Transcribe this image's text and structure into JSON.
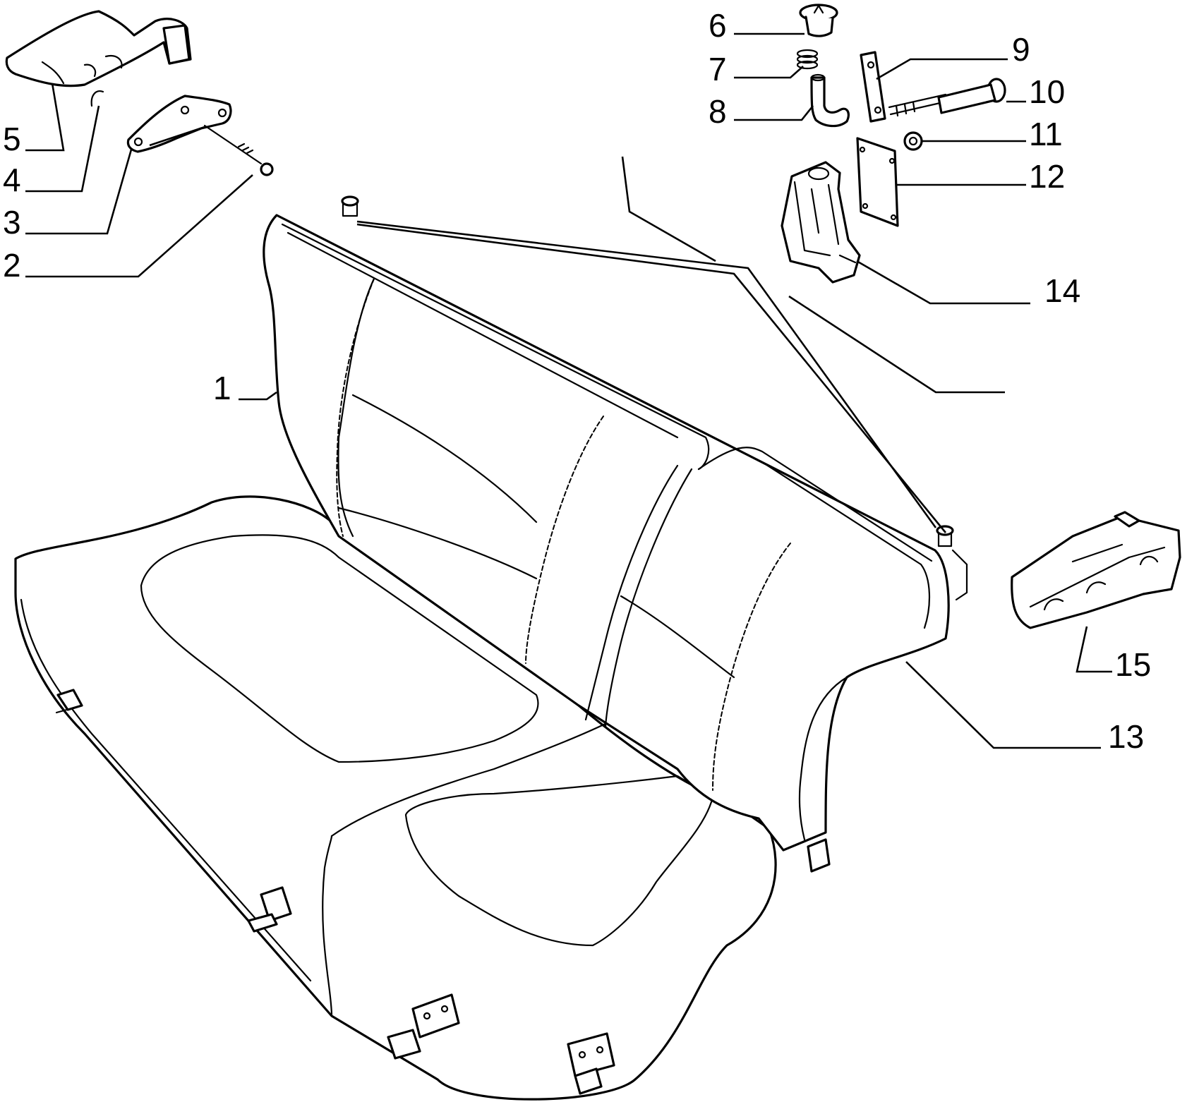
{
  "diagram": {
    "callouts": [
      {
        "id": "1",
        "label": "1"
      },
      {
        "id": "2",
        "label": "2"
      },
      {
        "id": "3",
        "label": "3"
      },
      {
        "id": "4",
        "label": "4"
      },
      {
        "id": "5",
        "label": "5"
      },
      {
        "id": "6",
        "label": "6"
      },
      {
        "id": "7",
        "label": "7"
      },
      {
        "id": "8",
        "label": "8"
      },
      {
        "id": "9",
        "label": "9"
      },
      {
        "id": "10",
        "label": "10"
      },
      {
        "id": "11",
        "label": "11"
      },
      {
        "id": "12",
        "label": "12"
      },
      {
        "id": "13",
        "label": "13"
      },
      {
        "id": "14",
        "label": "14"
      },
      {
        "id": "15",
        "label": "15"
      }
    ]
  }
}
